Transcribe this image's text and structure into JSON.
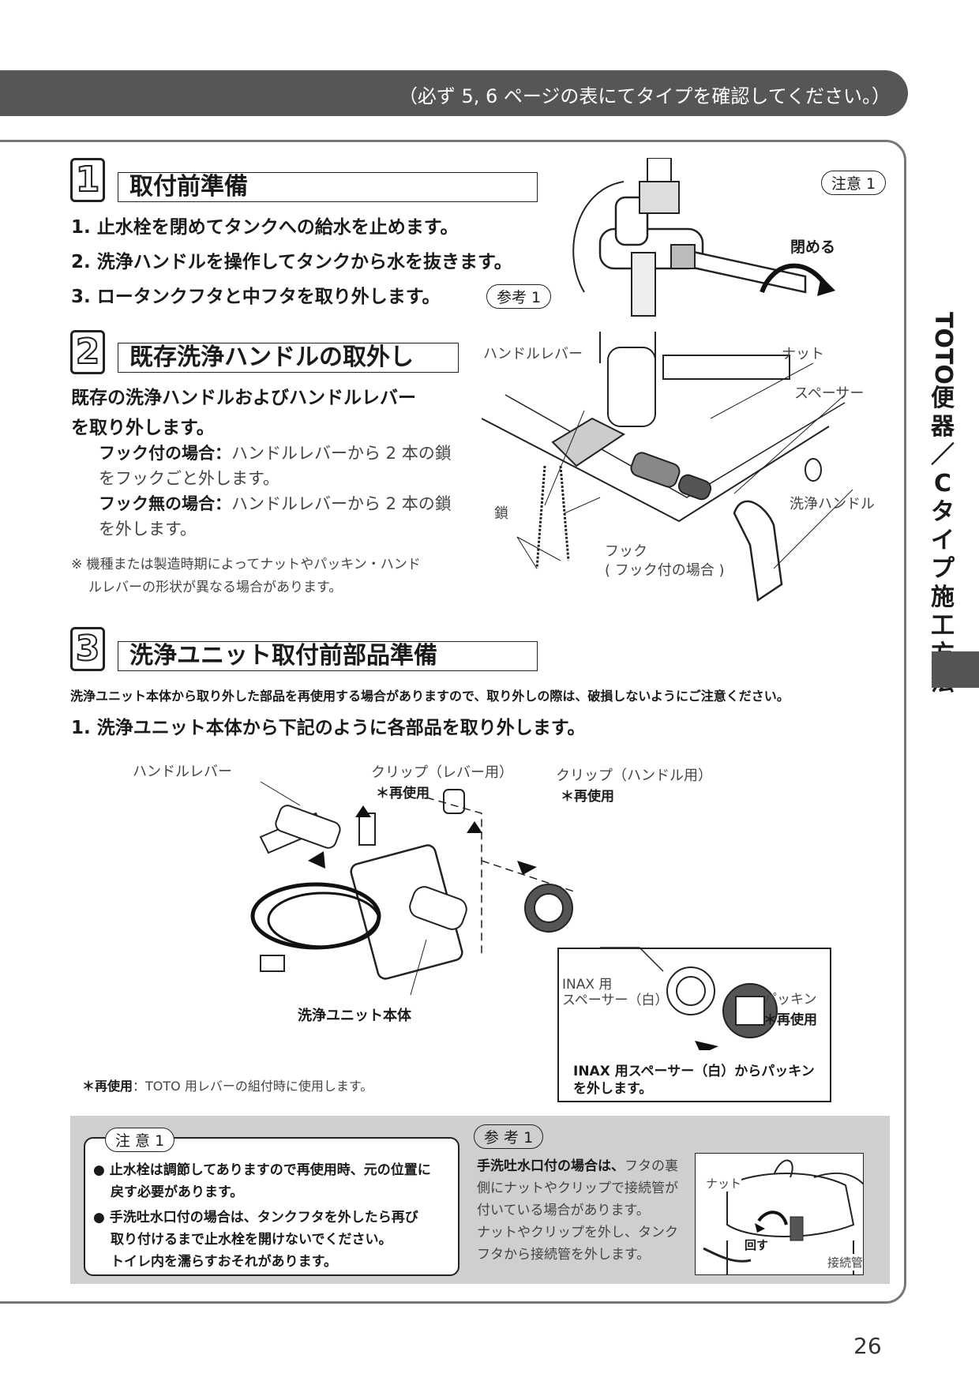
{
  "header": {
    "banner": "（必ず 5, 6 ページの表にてタイプを確認してください。）"
  },
  "side_tab": {
    "label": "TOTO 便器／Cタイプ施工方法"
  },
  "page_number": "26",
  "step1": {
    "number": "1",
    "title": "取付前準備",
    "items": [
      "1. 止水栓を閉めてタンクへの給水を止めます。",
      "2. 洗浄ハンドルを操作してタンクから水を抜きます。",
      "3. ロータンクフタと中フタを取り外します。"
    ],
    "ref_badge": "参考 1",
    "caution_badge": "注意 1",
    "fig_label_close": "閉める"
  },
  "step2": {
    "number": "2",
    "title": "既存洗浄ハンドルの取外し",
    "lead_1": "既存の洗浄ハンドルおよびハンドルレバー",
    "lead_2": "を取り外します。",
    "hook_yes_head": "フック付の場合：",
    "hook_yes_body_1": "ハンドルレバーから 2 本の鎖",
    "hook_yes_body_2": "をフックごと外します。",
    "hook_no_head": "フック無の場合：",
    "hook_no_body_1": "ハンドルレバーから 2 本の鎖",
    "hook_no_body_2": "を外します。",
    "note_1": "※ 機種または製造時期によってナットやパッキン・ハンド",
    "note_2": "ルレバーの形状が異なる場合があります。",
    "fig": {
      "handle_lever": "ハンドルレバー",
      "nut": "ナット",
      "spacer": "スペーサー",
      "flush_handle": "洗浄ハンドル",
      "chain": "鎖",
      "hook": "フック",
      "hook_note": "( フック付の場合 )"
    }
  },
  "step3": {
    "number": "3",
    "title": "洗浄ユニット取付前部品準備",
    "warning": "洗浄ユニット本体から取り外した部品を再使用する場合がありますので、取り外しの際は、破損しないようにご注意ください。",
    "item_1": "1. 洗浄ユニット本体から下記のように各部品を取り外します。",
    "fig": {
      "handle_lever": "ハンドルレバー",
      "clip_lever": "クリップ（レバー用）",
      "clip_handle": "クリップ（ハンドル用）",
      "reuse": "＊再使用",
      "unit_body": "洗浄ユニット本体",
      "inax_spacer_1": "INAX 用",
      "inax_spacer_2": "スペーサー（白）",
      "packing": "パッキン",
      "inset_note_1": "INAX 用スペーサー（白）からパッキン",
      "inset_note_2": "を外します。"
    },
    "reuse_note_head": "＊再使用",
    "reuse_note_body": "：TOTO 用レバーの組付時に使用します。"
  },
  "caution1": {
    "badge": "注 意 1",
    "item_1a": "● 止水栓は調節してありますので再使用時、元の位置に",
    "item_1b": "戻す必要があります。",
    "item_2a": "● 手洗吐水口付の場合は、タンクフタを外したら再び",
    "item_2b": "取り付けるまで止水栓を開けないでください。",
    "item_2c": "トイレ内を濡らすおそれがあります。"
  },
  "reference1": {
    "badge": "参 考 1",
    "head": "手洗吐水口付の場合は、",
    "body_1": "フタの裏",
    "body_2": "側にナットやクリップで接続管が",
    "body_3": "付いている場合があります。",
    "body_4": "ナットやクリップを外し、タンク",
    "body_5": "フタから接続管を外します。",
    "fig_nut": "ナット",
    "fig_turn": "回す",
    "fig_pipe": "接続管"
  },
  "colors": {
    "banner": "#565656",
    "panel": "#cfcfcf",
    "frame": "#777777"
  }
}
